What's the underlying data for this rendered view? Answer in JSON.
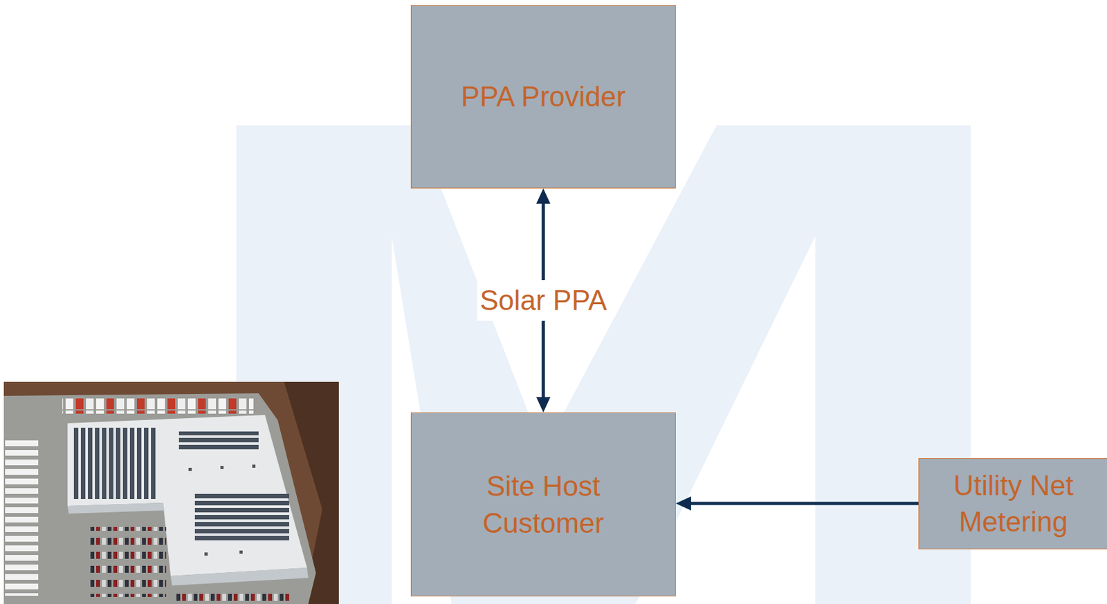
{
  "diagram": {
    "nodes": [
      {
        "text": [
          "PPA Provider"
        ]
      },
      {
        "text": [
          "Site Host Customer"
        ]
      },
      {
        "text": [
          "Utility Net Metering"
        ]
      }
    ],
    "edges": [
      {
        "from": 0,
        "to": 1,
        "arrow": "both",
        "label": "Solar PPA"
      },
      {
        "from": 2,
        "to": 1,
        "arrow": "to"
      }
    ]
  }
}
